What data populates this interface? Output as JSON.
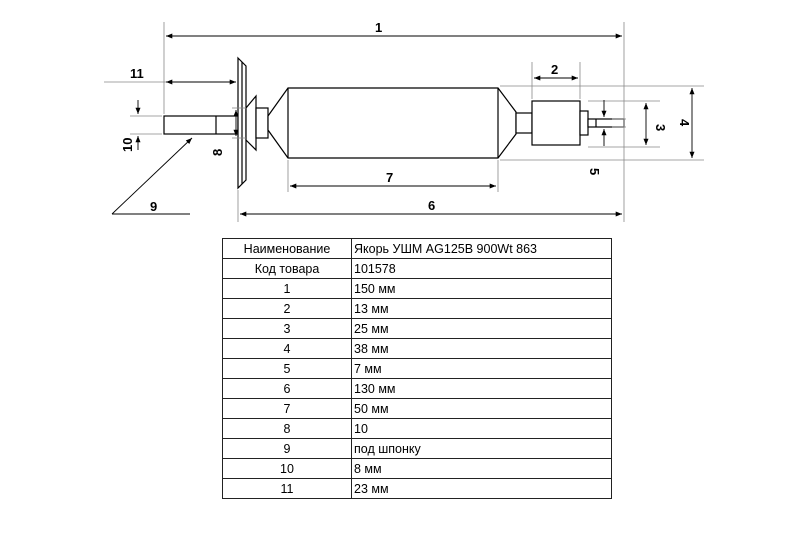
{
  "drawing": {
    "dimension_labels": [
      "1",
      "2",
      "3",
      "4",
      "5",
      "6",
      "7",
      "8",
      "9",
      "10",
      "11"
    ]
  },
  "table": {
    "rows": [
      {
        "key": "Наименование",
        "value": "Якорь УШМ AG125B 900Wt 863"
      },
      {
        "key": "Код товара",
        "value": "101578"
      },
      {
        "key": "1",
        "value": "150 мм"
      },
      {
        "key": "2",
        "value": "13 мм"
      },
      {
        "key": "3",
        "value": "25 мм"
      },
      {
        "key": "4",
        "value": "38 мм"
      },
      {
        "key": "5",
        "value": "7 мм"
      },
      {
        "key": "6",
        "value": "130 мм"
      },
      {
        "key": "7",
        "value": "50 мм"
      },
      {
        "key": "8",
        "value": "10"
      },
      {
        "key": "9",
        "value": "под шпонку"
      },
      {
        "key": "10",
        "value": "8 мм"
      },
      {
        "key": "11",
        "value": "23 мм"
      }
    ]
  }
}
